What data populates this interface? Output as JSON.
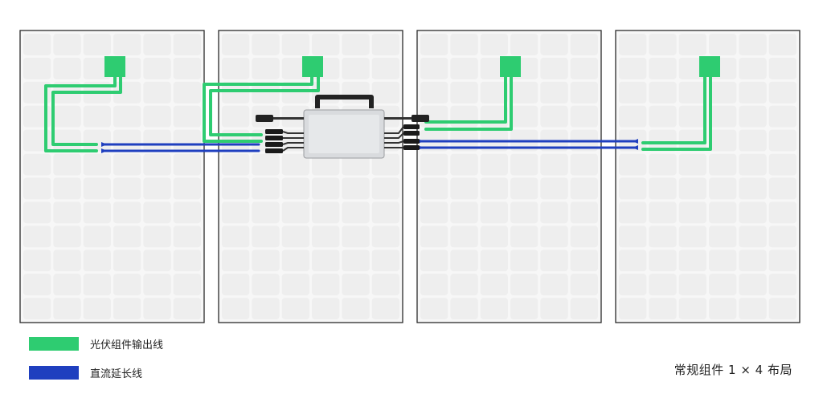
{
  "colors": {
    "pv_output_line": "#2ecc71",
    "dc_extension_line": "#1f3fbf",
    "panel_frame": "#2a2a2a",
    "panel_cell": "#eeeeee",
    "inverter_body": "#d9dbde"
  },
  "diagram": {
    "panel_count": 4,
    "panel_grid": {
      "cols": 6,
      "rows": 12
    }
  },
  "legend": {
    "items": [
      {
        "label": "光伏组件输出线",
        "color": "#2ecc71"
      },
      {
        "label": "直流延长线",
        "color": "#1f3fbf"
      }
    ]
  },
  "caption": "常规组件 1 × 4 布局"
}
